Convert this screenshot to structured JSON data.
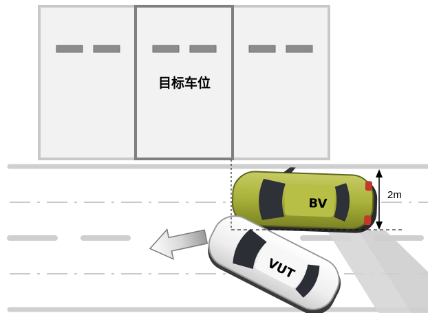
{
  "diagram": {
    "target_slot_label": "目标车位",
    "bv_label": "BV",
    "vut_label": "VUT",
    "distance_label": "2m"
  },
  "colors": {
    "slot_border": "#c8c8c8",
    "slot_fill": "#f2f2f2",
    "target_slot_border": "#7f7f7f",
    "lane_marking": "#cfcfcf",
    "dash_marker": "#8c8c8c",
    "bv_body": "#a9b23a",
    "vut_body": "#f4f4f4"
  }
}
